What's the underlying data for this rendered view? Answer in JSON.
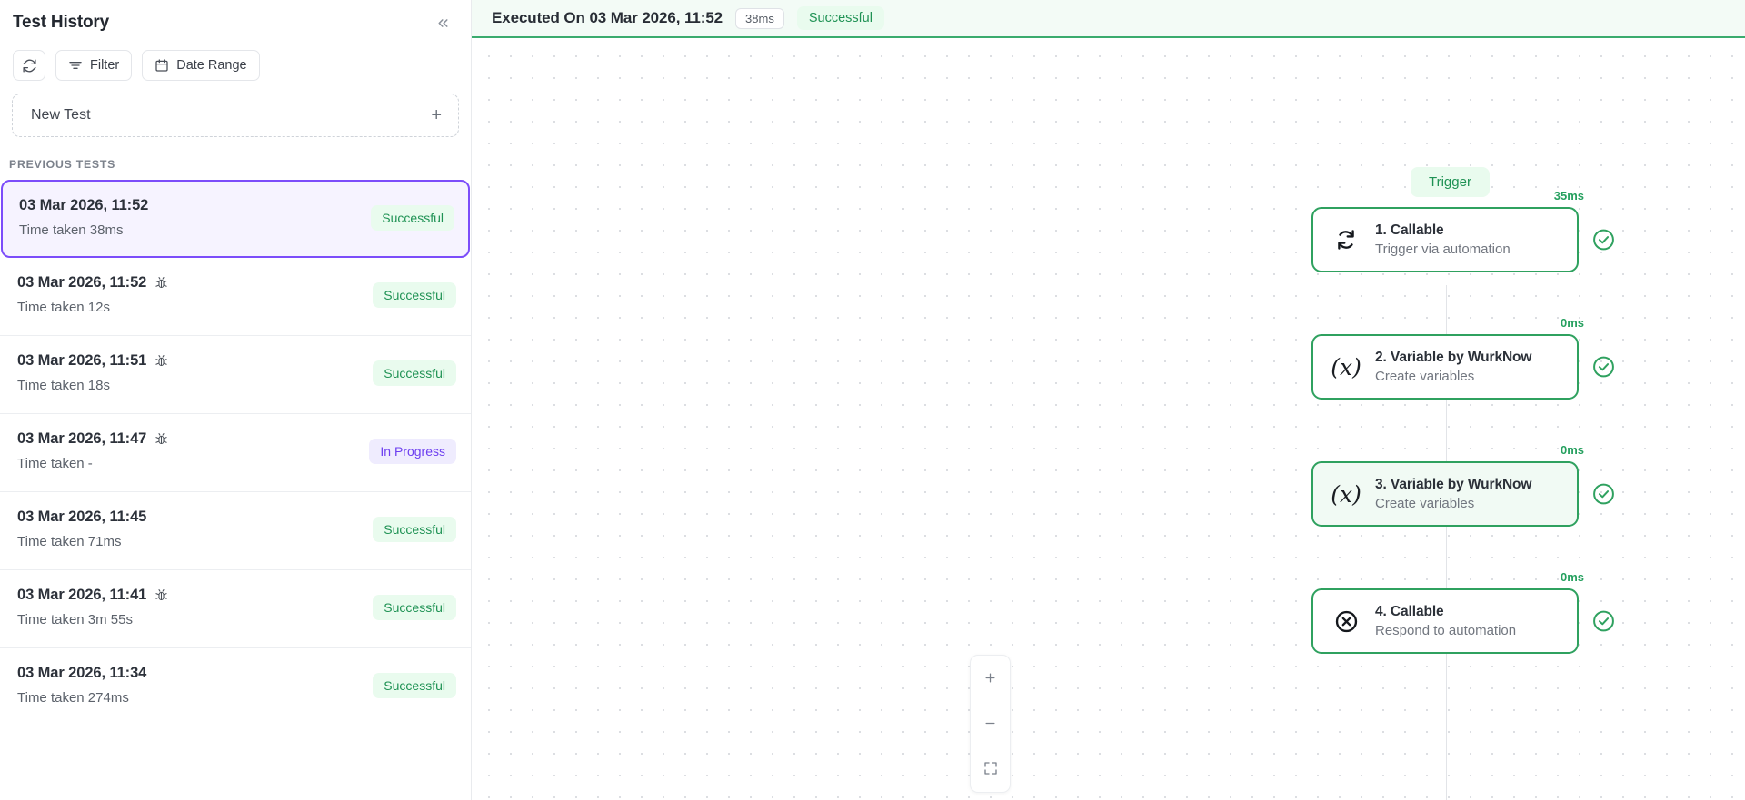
{
  "sidebar": {
    "title": "Test History",
    "collapse_icon": "chevron-double-left-icon",
    "toolbar": {
      "refresh_icon": "refresh-icon",
      "filter_label": "Filter",
      "filter_icon": "filter-icon",
      "date_range_label": "Date Range",
      "date_range_icon": "calendar-icon"
    },
    "new_test": {
      "label": "New Test",
      "add_icon": "plus-icon"
    },
    "previous_tests_label": "PREVIOUS TESTS",
    "items": [
      {
        "date": "03 Mar 2026, 11:52",
        "time_taken": "Time taken 38ms",
        "status": "Successful",
        "status_kind": "successful",
        "debug": false,
        "selected": true
      },
      {
        "date": "03 Mar 2026, 11:52",
        "time_taken": "Time taken 12s",
        "status": "Successful",
        "status_kind": "successful",
        "debug": true,
        "selected": false
      },
      {
        "date": "03 Mar 2026, 11:51",
        "time_taken": "Time taken 18s",
        "status": "Successful",
        "status_kind": "successful",
        "debug": true,
        "selected": false
      },
      {
        "date": "03 Mar 2026, 11:47",
        "time_taken": "Time taken -",
        "status": "In Progress",
        "status_kind": "inprogress",
        "debug": true,
        "selected": false
      },
      {
        "date": "03 Mar 2026, 11:45",
        "time_taken": "Time taken 71ms",
        "status": "Successful",
        "status_kind": "successful",
        "debug": false,
        "selected": false
      },
      {
        "date": "03 Mar 2026, 11:41",
        "time_taken": "Time taken 3m 55s",
        "status": "Successful",
        "status_kind": "successful",
        "debug": true,
        "selected": false
      },
      {
        "date": "03 Mar 2026, 11:34",
        "time_taken": "Time taken 274ms",
        "status": "Successful",
        "status_kind": "successful",
        "debug": false,
        "selected": false
      }
    ]
  },
  "canvas": {
    "header": {
      "title": "Executed On 03 Mar 2026, 11:52",
      "duration_pill": "38ms",
      "status": "Successful"
    },
    "trigger_label": "Trigger",
    "nodes": [
      {
        "time": "35ms",
        "title": "1. Callable",
        "subtitle": "Trigger via automation",
        "icon": "sync-icon",
        "tinted": false,
        "status_icon": "check-circle-icon"
      },
      {
        "time": "0ms",
        "title": "2. Variable by WurkNow",
        "subtitle": "Create variables",
        "icon": "variable-x-icon",
        "tinted": false,
        "status_icon": "check-circle-icon"
      },
      {
        "time": "0ms",
        "title": "3. Variable by WurkNow",
        "subtitle": "Create variables",
        "icon": "variable-x-icon",
        "tinted": true,
        "status_icon": "check-circle-icon"
      },
      {
        "time": "0ms",
        "title": "4. Callable",
        "subtitle": "Respond to automation",
        "icon": "x-circle-icon",
        "tinted": false,
        "status_icon": "check-circle-icon"
      }
    ],
    "zoom_controls": {
      "zoom_in_icon": "plus-icon",
      "zoom_out_icon": "minus-icon",
      "fit_view_icon": "fit-view-icon"
    }
  },
  "colors": {
    "accent_purple": "#7c4dfa",
    "success_green": "#1f9254",
    "node_border_green": "#2fa15f",
    "header_bg": "#f3fbf6"
  }
}
